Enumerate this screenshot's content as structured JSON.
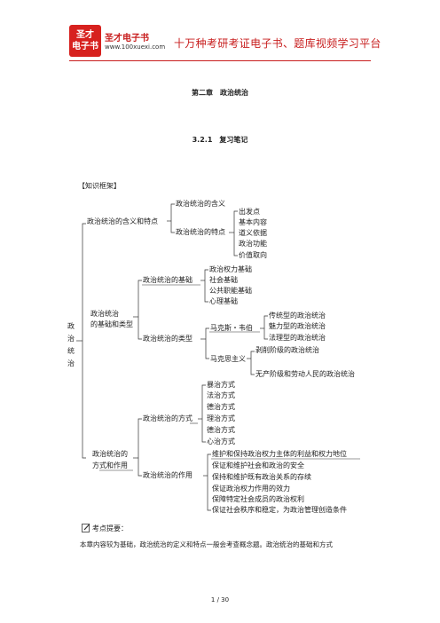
{
  "header": {
    "logo_top": "圣才",
    "logo_bottom": "电子书",
    "brand": "圣才电子书",
    "url": "www.100xuexi.com",
    "slogan": "十万种考研考证电子书、题库视频学习平台"
  },
  "chapter_title": "第二章　政治统治",
  "section_title": "3.2.1　复习笔记",
  "framework_label": "【知识框架】",
  "tree": {
    "root": [
      "政",
      "治",
      "统",
      "治"
    ],
    "branch1": {
      "label": "政治统治的含义和特点",
      "children": [
        "政治统治的含义",
        "政治统治的特点"
      ],
      "features": [
        "出发点",
        "基本内容",
        "道义依据",
        "政治功能",
        "价值取向"
      ]
    },
    "branch2": {
      "label": [
        "政治统治",
        "的基础和类型"
      ],
      "basis": {
        "label": "政治统治的基础",
        "items": [
          "政治权力基础",
          "社会基础",
          "公共职能基础",
          "心理基础"
        ]
      },
      "types": {
        "label": "政治统治的类型",
        "weber": {
          "label": "马克斯・韦伯",
          "items": [
            "传统型的政治统治",
            "魅力型的政治统治",
            "法理型的政治统治"
          ]
        },
        "marxism": {
          "label": "马克思主义",
          "items": [
            "剥削阶级的政治统治",
            "无产阶级和劳动人民的政治统治"
          ]
        }
      }
    },
    "branch3": {
      "label": [
        "政治统治的",
        "方式和作用"
      ],
      "modes": {
        "label": "政治统治的方式",
        "items": [
          "暴治方式",
          "法治方式",
          "德治方式",
          "理治方式",
          "德治方式",
          "心治方式"
        ]
      },
      "roles": {
        "label": "政治统治的作用",
        "items": [
          "维护和保持政治权力主体的利益和权力地位",
          "保证和维护社会和政治的安全",
          "保持和维护既有政治关系的存续",
          "保证政治权力作用的效力",
          "保障特定社会成员的政治权利",
          "保证社会秩序和稳定，为政治管理创造条件"
        ]
      }
    }
  },
  "tip_label": "考点提要：",
  "body_text": "本章内容较为基础，政治统治的定义和特点一般会考查概念题。政治统治的基础和方式",
  "page_number": "1 / 30",
  "colors": {
    "brand_red": "#c81e1e",
    "line": "#333333"
  }
}
